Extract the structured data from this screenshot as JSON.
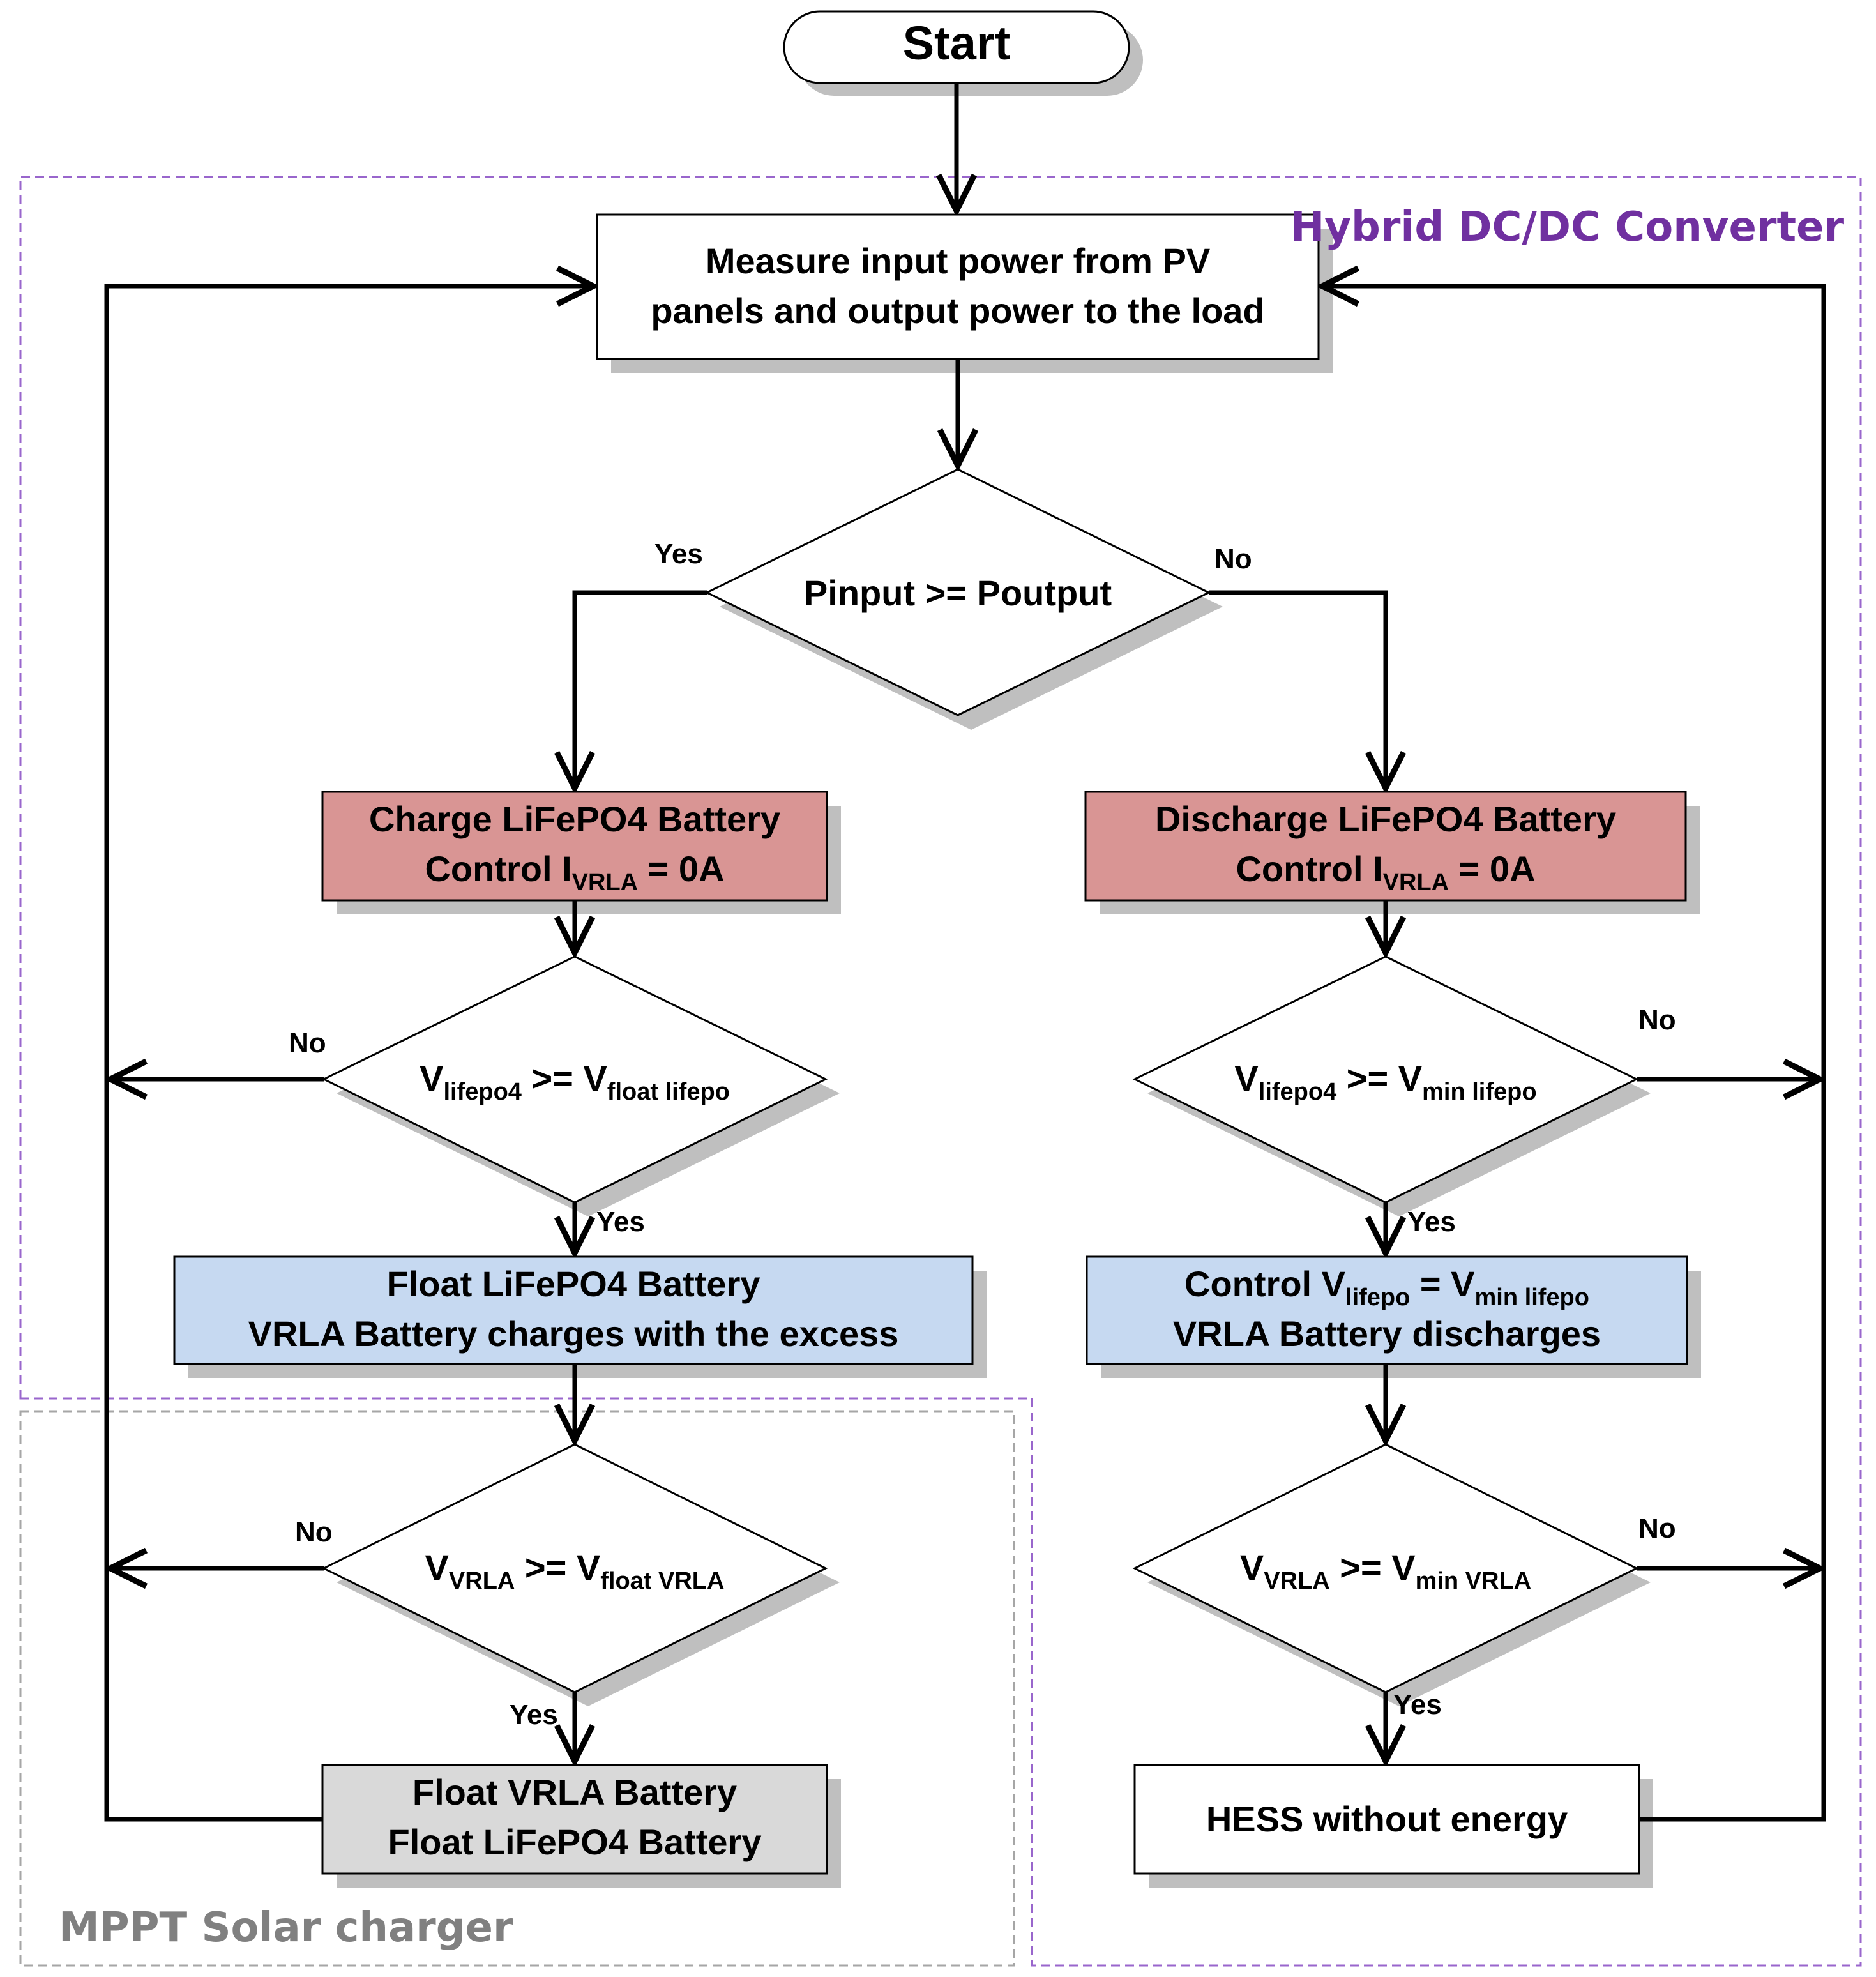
{
  "regions": {
    "hybrid": "Hybrid DC/DC Converter",
    "mppt": "MPPT Solar charger"
  },
  "nodes": {
    "start": "Start",
    "measure": [
      "Measure input power from PV",
      "panels and output power to the load"
    ],
    "decision_power": "Pinput >= Poutput",
    "charge_lifepo4": {
      "line1": "Charge LiFePO4 Battery",
      "line2_main": "Control I",
      "line2_sub": "VRLA",
      "line2_tail": " = 0A"
    },
    "discharge_lifepo4": {
      "line1": "Discharge LiFePO4 Battery",
      "line2_main": "Control I",
      "line2_sub": "VRLA",
      "line2_tail": " = 0A"
    },
    "decision_float_lifepo": {
      "v1": "V",
      "s1": "lifepo4",
      "op": " >= V",
      "s2": "float lifepo"
    },
    "decision_min_lifepo": {
      "v1": "V",
      "s1": "lifepo4",
      "op": " >= V",
      "s2": "min lifepo"
    },
    "float_lifepo4": [
      "Float LiFePO4 Battery",
      "VRLA Battery charges with the excess"
    ],
    "control_vlifepo": {
      "a": "Control V",
      "s1": "lifepo",
      "b": " = V",
      "s2": "min lifepo",
      "line2": "VRLA Battery discharges"
    },
    "decision_float_vrla": {
      "v1": "V",
      "s1": "VRLA",
      "op": " >= V",
      "s2": "float VRLA"
    },
    "decision_min_vrla": {
      "v1": "V",
      "s1": "VRLA",
      "op": " >= V",
      "s2": "min VRLA"
    },
    "float_both": [
      "Float VRLA Battery",
      "Float LiFePO4 Battery"
    ],
    "hess": "HESS without energy"
  },
  "edge_labels": {
    "power_yes": "Yes",
    "power_no": "No",
    "float_lifepo_no": "No",
    "float_lifepo_yes": "Yes",
    "min_lifepo_no": "No",
    "min_lifepo_yes": "Yes",
    "float_vrla_no": "No",
    "float_vrla_yes": "Yes",
    "min_vrla_no": "No",
    "min_vrla_yes": "Yes"
  },
  "colors": {
    "charge_fill": "#d99594",
    "float_fill": "#c6d9f1",
    "gray_fill": "#d9d9d9",
    "shadow": "#bfbfbf",
    "hybrid_border": "#9966cc",
    "mppt_border": "#a6a6a6"
  }
}
